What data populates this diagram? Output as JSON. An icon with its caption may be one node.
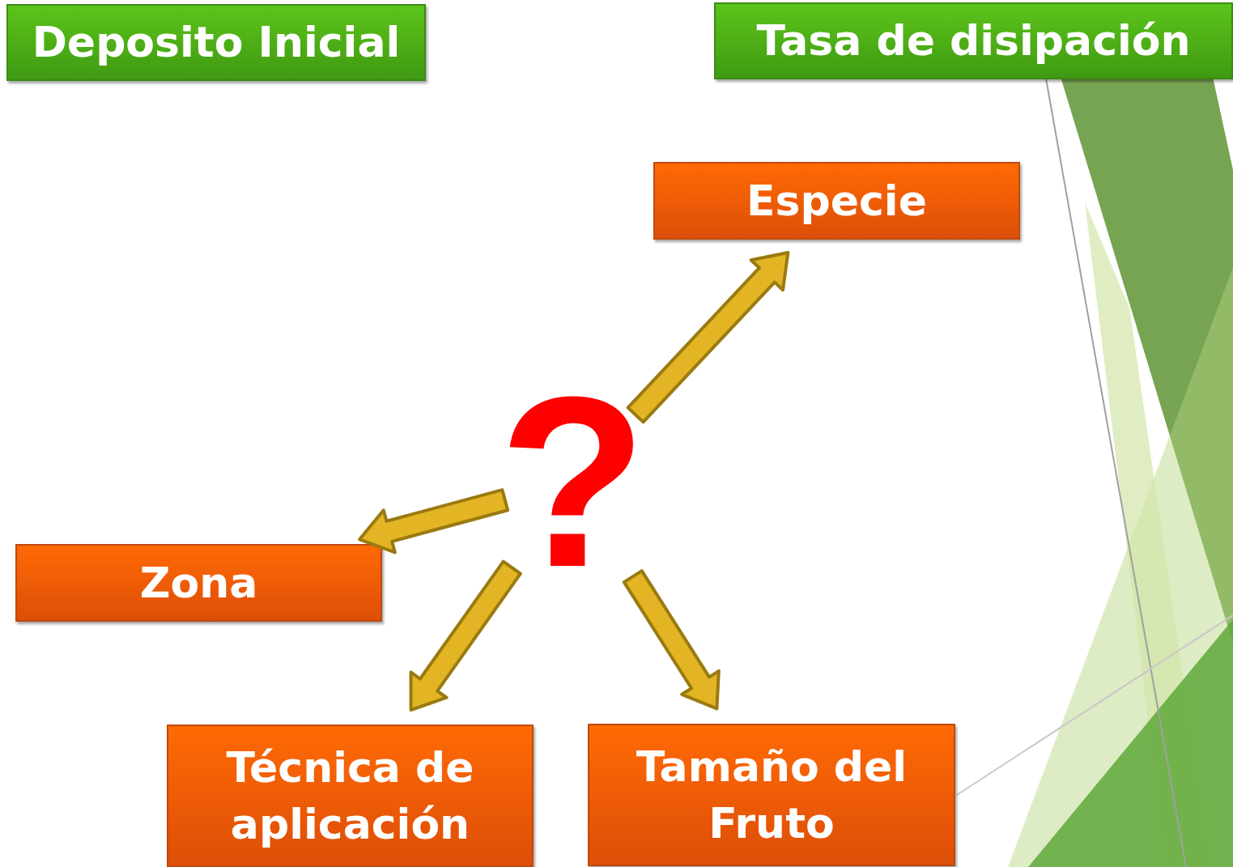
{
  "diagram": {
    "nodes": [
      {
        "text": [
          "Deposito Inicial"
        ]
      },
      {
        "text": [
          "Tasa de disipación"
        ]
      },
      {
        "text": [
          "Especie"
        ]
      },
      {
        "text": [
          "Zona"
        ]
      },
      {
        "text": [
          "Técnica de aplicación"
        ]
      },
      {
        "text": [
          "Tamaño del Fruto"
        ]
      },
      {
        "text": [
          "?"
        ]
      }
    ],
    "edges": [
      {
        "from": 6,
        "to": 2,
        "arrow": "to"
      },
      {
        "from": 6,
        "to": 3,
        "arrow": "to"
      },
      {
        "from": 6,
        "to": 4,
        "arrow": "to"
      },
      {
        "from": 6,
        "to": 5,
        "arrow": "to"
      }
    ]
  }
}
